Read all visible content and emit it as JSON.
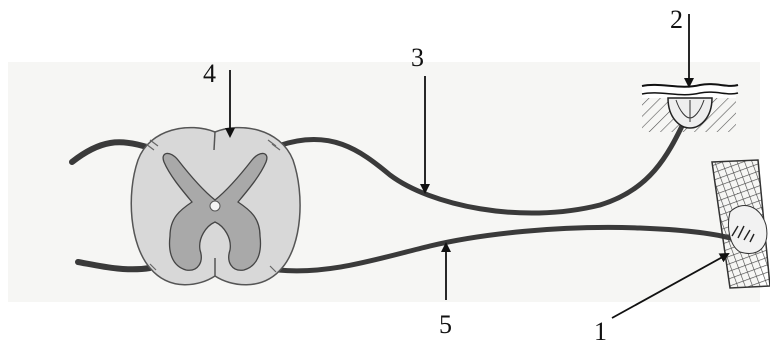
{
  "labels": {
    "one": "1",
    "two": "2",
    "three": "3",
    "four": "4",
    "five": "5"
  },
  "colors": {
    "background": "#ffffff",
    "photo_bg": "#f6f6f4",
    "nerve": "#3a3a3a",
    "white_matter": "#d8d8d8",
    "gray_matter": "#a9a9a9",
    "ink": "#111111"
  }
}
